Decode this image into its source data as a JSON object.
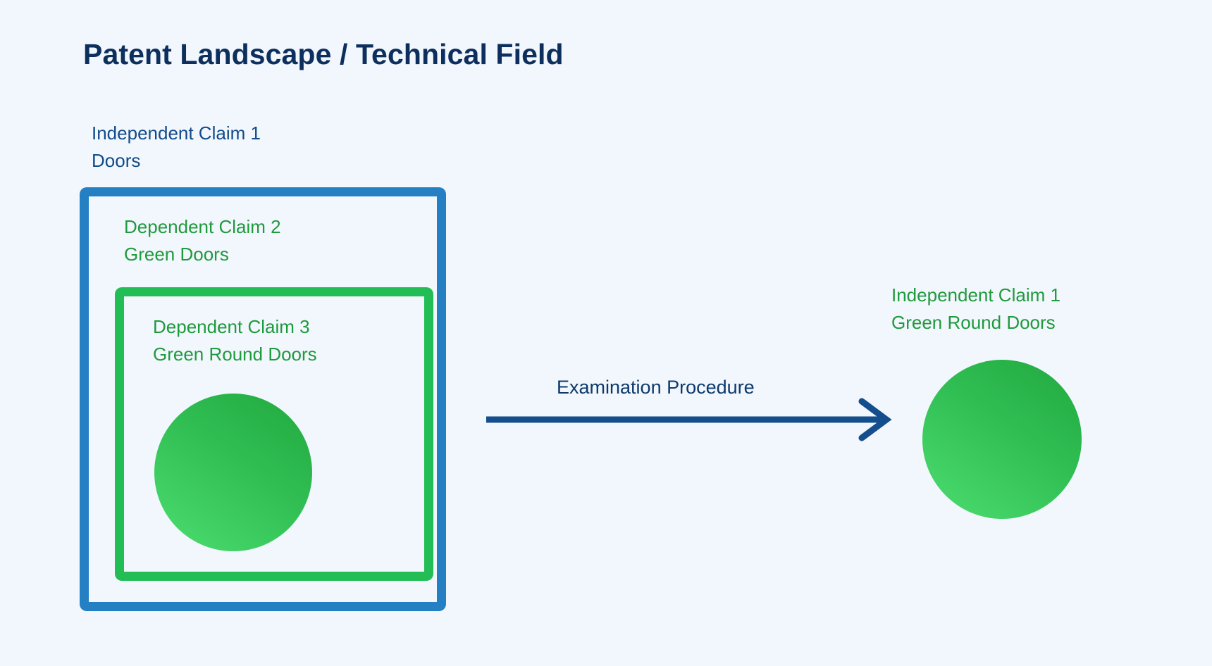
{
  "page": {
    "title": "Patent Landscape / Technical Field",
    "background_color": "#f2f6fd"
  },
  "colors": {
    "title_navy": "#0d2f5e",
    "label_navy": "#114b8a",
    "label_green": "#1f9a3d",
    "outer_box_border": "#2580c3",
    "inner_box_border": "#22be55",
    "circle_gradient_dark": "#21a83f",
    "circle_gradient_light": "#4ddd70",
    "arrow": "#144e8c"
  },
  "claims": {
    "independent_claim_1": {
      "heading": "Independent Claim 1",
      "subject": "Doors",
      "full_text": "Independent Claim 1\nDoors"
    },
    "dependent_claim_2": {
      "heading": "Dependent Claim 2",
      "subject": "Green Doors",
      "full_text": "Dependent Claim 2\nGreen Doors"
    },
    "dependent_claim_3": {
      "heading": "Dependent Claim 3",
      "subject": "Green Round Doors",
      "full_text": "Dependent Claim 3\nGreen Round Doors"
    }
  },
  "process": {
    "arrow_label": "Examination Procedure",
    "direction": "left-to-right"
  },
  "result": {
    "heading": "Independent Claim 1",
    "subject": "Green Round Doors",
    "full_text": "Independent Claim 1\nGreen Round Doors"
  },
  "shapes": {
    "inner_circle_name": "green-round-door-circle",
    "result_circle_name": "green-round-door-circle-result"
  }
}
